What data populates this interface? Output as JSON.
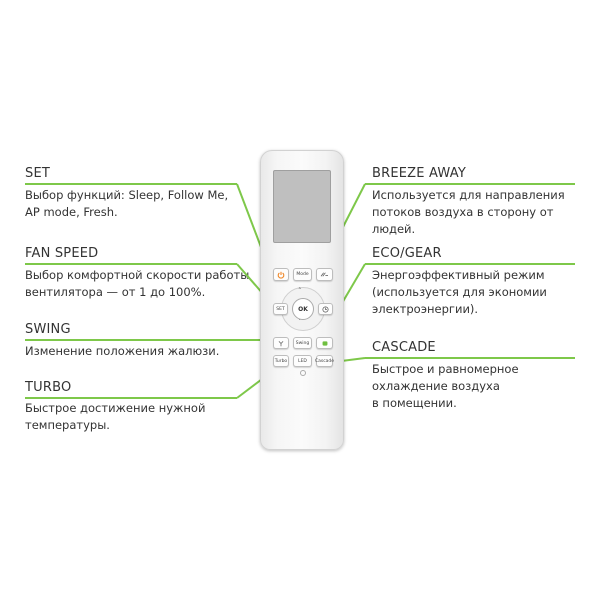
{
  "left": {
    "set": {
      "title": "SET",
      "lines": [
        "Выбор функций: Sleep, Follow Me,",
        "AP mode, Fresh."
      ]
    },
    "fan_speed": {
      "title": "FAN SPEED",
      "lines": [
        "Выбор комфортной скорости работы",
        "вентилятора — от 1 до 100%."
      ]
    },
    "swing": {
      "title": "SWING",
      "lines": [
        "Изменение положения жалюзи."
      ]
    },
    "turbo": {
      "title": "TURBO",
      "lines": [
        "Быстрое достижение нужной",
        "температуры."
      ]
    }
  },
  "right": {
    "breeze_away": {
      "title": "BREEZE AWAY",
      "lines": [
        "Используется для направления",
        "потоков воздуха в сторону от людей."
      ]
    },
    "eco_gear": {
      "title": "ECO/GEAR",
      "lines": [
        "Энергоэффективный режим",
        "(используется для экономии",
        "электроэнергии)."
      ]
    },
    "cascade": {
      "title": "CASCADE",
      "lines": [
        "Быстрое и равномерное",
        "охлаждение воздуха",
        "в помещении."
      ]
    }
  },
  "remote": {
    "mode_label": "Mode",
    "set_label": "SET",
    "ok_label": "OK",
    "swing_label": "Swing",
    "turbo_label": "Turbo",
    "led_label": "LED",
    "cascade_label": "Cascade"
  },
  "colors": {
    "accent_line": "#7ec84a",
    "power_icon": "#f08a2c",
    "eco_icon": "#6fbf3f"
  }
}
